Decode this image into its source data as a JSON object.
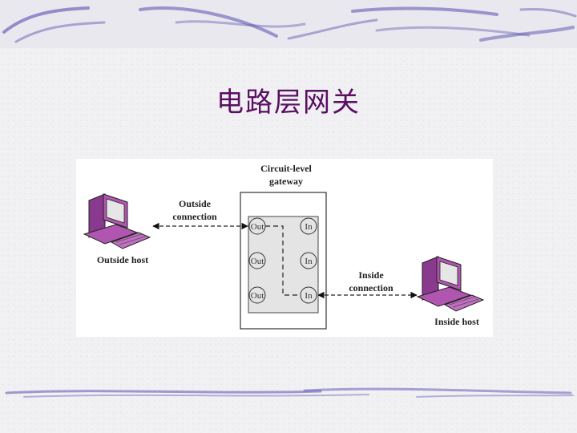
{
  "slide": {
    "title": "电路层网关"
  },
  "diagram": {
    "gateway_label_line1": "Circuit-level",
    "gateway_label_line2": "gateway",
    "outside_conn_line1": "Outside",
    "outside_conn_line2": "connection",
    "inside_conn_line1": "Inside",
    "inside_conn_line2": "connection",
    "outside_host_label": "Outside host",
    "inside_host_label": "Inside host",
    "out_ports": [
      "Out",
      "Out",
      "Out"
    ],
    "in_ports": [
      "In",
      "In",
      "In"
    ]
  },
  "colors": {
    "title": "#5a0f62",
    "computer_body": "#b056b0",
    "gateway_fill": "#e4e4e4",
    "panel_bg": "#ffffff"
  },
  "icons": [
    "desktop-computer-icon",
    "desktop-computer-icon"
  ]
}
